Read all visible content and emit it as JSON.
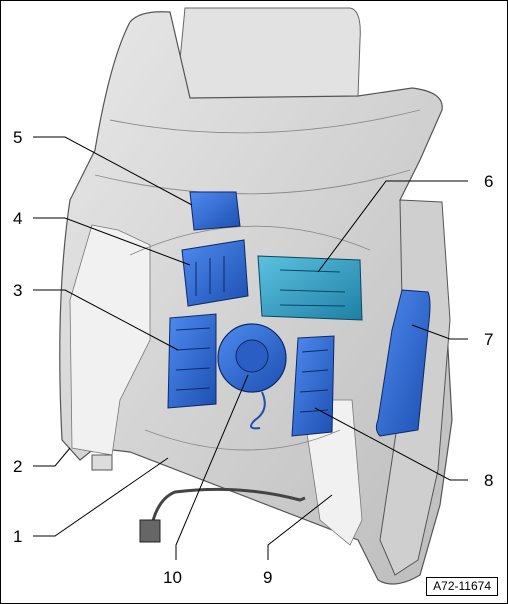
{
  "callouts": [
    {
      "id": "1",
      "label": "1"
    },
    {
      "id": "2",
      "label": "2"
    },
    {
      "id": "3",
      "label": "3"
    },
    {
      "id": "4",
      "label": "4"
    },
    {
      "id": "5",
      "label": "5"
    },
    {
      "id": "6",
      "label": "6"
    },
    {
      "id": "7",
      "label": "7"
    },
    {
      "id": "8",
      "label": "8"
    },
    {
      "id": "9",
      "label": "9"
    },
    {
      "id": "10",
      "label": "10"
    }
  ],
  "reference_code": "A72-11674",
  "colors": {
    "component_blue": "#2e6fd9",
    "component_teal": "#3aa7c9",
    "seat_gray": "#d9d9d9",
    "panel_light": "#f1f1f1"
  }
}
